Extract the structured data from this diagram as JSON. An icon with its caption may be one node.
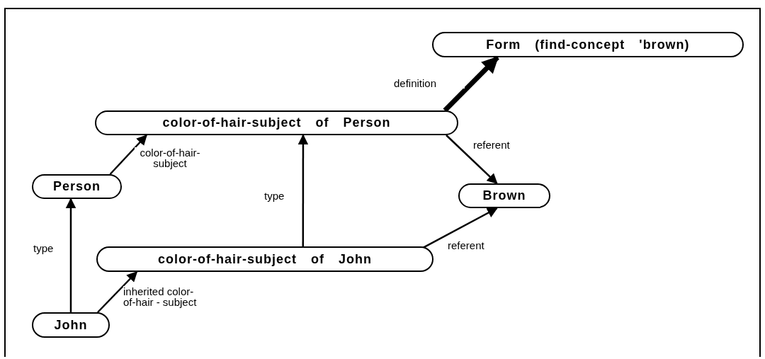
{
  "diagram": {
    "nodes": [
      {
        "text": [
          "Form (find-concept 'brown)"
        ]
      },
      {
        "text": [
          "color-of-hair-subject of Person"
        ]
      },
      {
        "text": [
          "Person"
        ]
      },
      {
        "text": [
          "Brown"
        ]
      },
      {
        "text": [
          "color-of-hair-subject of John"
        ]
      },
      {
        "text": [
          "John"
        ]
      }
    ],
    "edges": [
      {
        "from": 1,
        "to": 0,
        "arrow": "to",
        "label": "definition",
        "style": "thick"
      },
      {
        "from": 1,
        "to": 3,
        "arrow": "to",
        "label": "referent"
      },
      {
        "from": 2,
        "to": 1,
        "arrow": "to",
        "label": "color-of-hair- subject"
      },
      {
        "from": 4,
        "to": 1,
        "arrow": "to",
        "label": "type"
      },
      {
        "from": 4,
        "to": 3,
        "arrow": "to",
        "label": "referent"
      },
      {
        "from": 5,
        "to": 2,
        "arrow": "to",
        "label": "type"
      },
      {
        "from": 5,
        "to": 4,
        "arrow": "to",
        "label": "inherited color-of-hair - subject"
      }
    ]
  }
}
